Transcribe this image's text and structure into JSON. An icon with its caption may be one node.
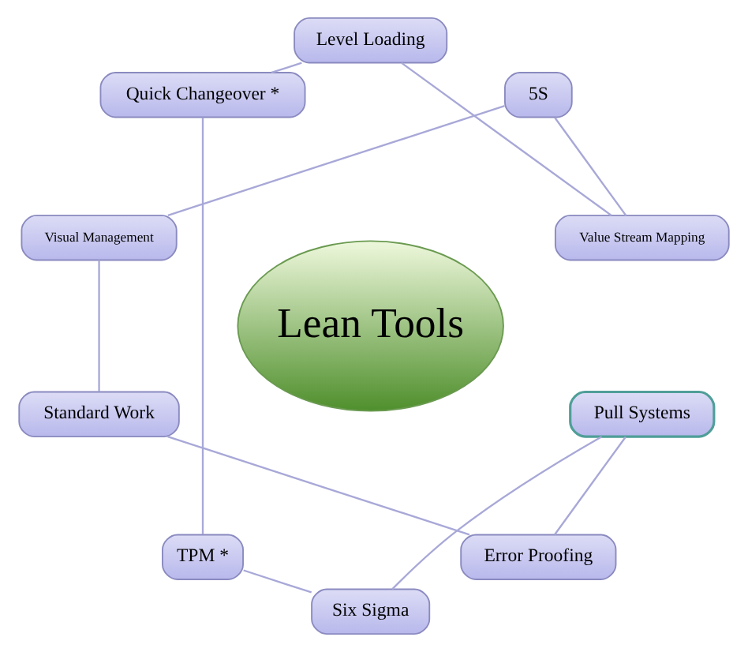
{
  "diagram": {
    "nodes": [
      {
        "text": [
          "Value Stream Mapping"
        ]
      },
      {
        "text": [
          "5S"
        ]
      },
      {
        "text": [
          "Level Loading"
        ]
      },
      {
        "text": [
          "Quick Changeover *"
        ]
      },
      {
        "text": [
          "Visual Management"
        ]
      },
      {
        "text": [
          "Lean Tools"
        ]
      },
      {
        "text": [
          "Standard Work"
        ]
      },
      {
        "text": [
          "TPM *"
        ]
      },
      {
        "text": [
          "Six Sigma"
        ]
      },
      {
        "text": [
          "Error Proofing"
        ]
      },
      {
        "text": [
          "Pull Systems"
        ]
      }
    ],
    "edges": [
      {
        "from": 0,
        "to": 1,
        "arrow": "none"
      },
      {
        "from": 1,
        "to": 4,
        "arrow": "none"
      },
      {
        "from": 4,
        "to": 6,
        "arrow": "none"
      },
      {
        "from": 6,
        "to": 9,
        "arrow": "none"
      },
      {
        "from": 9,
        "to": 10,
        "arrow": "none"
      },
      {
        "from": 10,
        "to": 8,
        "arrow": "none"
      },
      {
        "from": 8,
        "to": 7,
        "arrow": "none"
      },
      {
        "from": 7,
        "to": 3,
        "arrow": "none"
      },
      {
        "from": 3,
        "to": 2,
        "arrow": "none"
      },
      {
        "from": 2,
        "to": 0,
        "arrow": "none"
      }
    ]
  }
}
